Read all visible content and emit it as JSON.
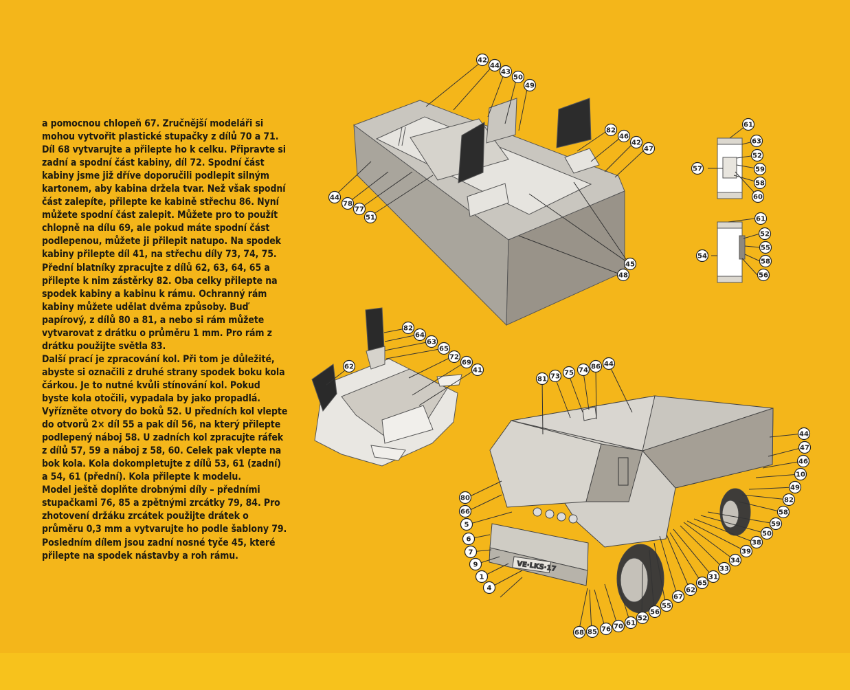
{
  "article": {
    "paragraph1": "a pomocnou chlopeň 67. Zručnější modeláři si mohou vytvořit plastické stupačky z dílů 70 a 71. Díl 68 vytvarujte a přilepte ho k celku. Připravte si zadní a spodní část kabiny, díl 72. Spodní část kabiny jsme již dříve doporučili podlepit silným kartonem, aby kabina držela tvar. Než však spodní část zalepíte, přilepte ke kabině střechu 86. Nyní můžete spodní část zalepit. Můžete pro to použít chlopně na dílu 69, ale pokud máte spodní část podlepenou, můžete ji přilepit natupo. Na spodek kabiny přilepte díl 41, na střechu díly 73, 74, 75. Přední blatníky zpracujte z dílů 62, 63, 64, 65 a přilepte k nim zástěrky 82. Oba celky přilepte na spodek kabiny a kabinu k rámu. Ochranný rám kabiny můžete udělat dvěma způsoby. Buď papírový, z dílů 80 a 81, a nebo si rám můžete vytvarovat z drátku o průměru 1 mm. Pro rám z drátku použijte světla 83.",
    "paragraph2_lead": "Další prací je zpracování kol.",
    "paragraph2_rest": " Při tom je důležité, abyste si označili z druhé strany spodek boku kola čárkou. Je to nutné kvůli stínování kol. Pokud byste kola otočili, vypadala by jako propadlá. Vyřízněte otvory do boků 52. U předních kol vlepte do otvorů 2× díl 55 a pak díl 56, na který přilepte podlepený náboj 58. U zadních kol zpracujte ráfek z dílů 57, 59 a náboj z 58, 60. Celek pak vlepte na bok kola. Kola dokompletujte z dílů 53, 61 (zadní) a 54, 61 (přední). Kola přilepte k modelu.",
    "paragraph3_lead": "Model ještě doplňte drobnými díly –",
    "paragraph3_rest": " předními stupačkami 76, 85 a zpětnými zrcátky 79, 84. Pro zhotovení držáku zrcátek použijte drátek o průměru 0,3 mm a vytvarujte ho podle šablony 79. Posledním dílem jsou zadní nosné tyče 45, které přilepte na spodek nástavby a roh rámu."
  },
  "diagrams": {
    "cargo_body": {
      "labels": [
        "42",
        "44",
        "43",
        "50",
        "49",
        "82",
        "46",
        "42",
        "47",
        "44",
        "78",
        "77",
        "51",
        "45",
        "48"
      ]
    },
    "rear_wheel": {
      "labels": [
        "61",
        "63",
        "52",
        "59",
        "57",
        "58",
        "60"
      ]
    },
    "front_wheel": {
      "labels": [
        "61",
        "52",
        "55",
        "54",
        "58",
        "56"
      ]
    },
    "fender": {
      "labels": [
        "82",
        "64",
        "63",
        "65",
        "72",
        "69",
        "41",
        "62"
      ]
    },
    "truck": {
      "labels": [
        "81",
        "73",
        "75",
        "74",
        "86",
        "44",
        "44",
        "47",
        "46",
        "10",
        "49",
        "82",
        "58",
        "59",
        "50",
        "38",
        "39",
        "34",
        "33",
        "31",
        "65",
        "62",
        "67",
        "55",
        "56",
        "52",
        "61",
        "70",
        "76",
        "85",
        "68",
        "80",
        "66",
        "5",
        "6",
        "7",
        "9",
        "1",
        "4"
      ],
      "plate_text": "VE·LKS·17"
    }
  }
}
